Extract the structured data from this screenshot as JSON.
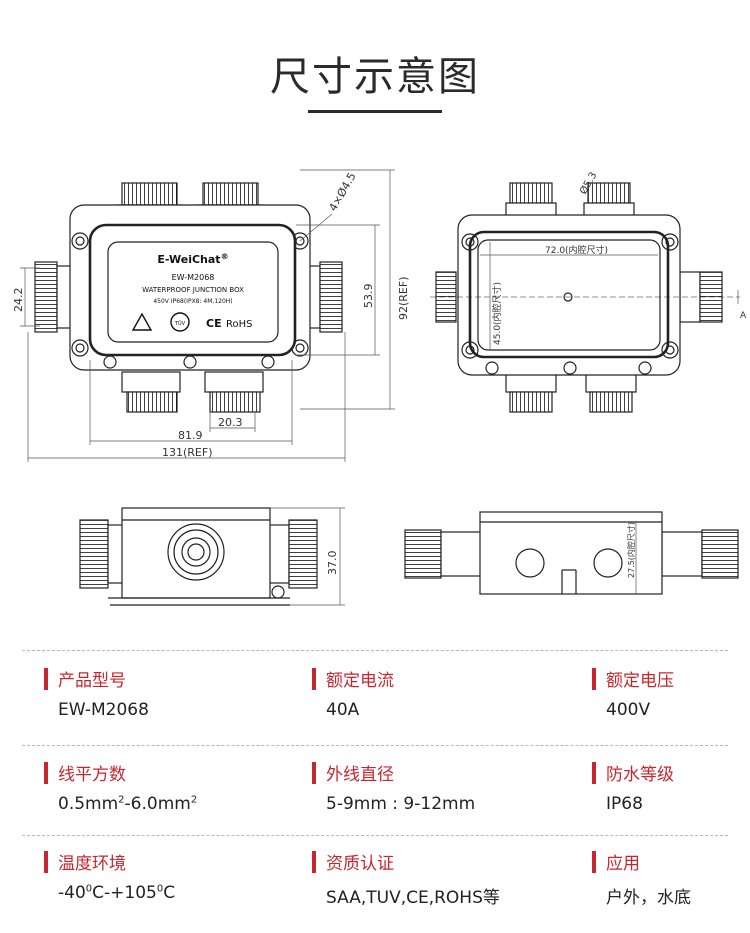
{
  "title": "尺寸示意图",
  "drawing": {
    "brand": "E-WeiChat",
    "brand_mark": "®",
    "model_label": "EW-M2068",
    "product_name": "WATERPROOF JUNCTION BOX",
    "rating": "450V   IP68(IPX8: 4M,120H)",
    "cert_tuv": "TÜV",
    "cert_ce": "CE",
    "cert_rohs": "RoHS",
    "dims": {
      "hole": "4×Ø4.5",
      "h_total": "92(REF)",
      "h_body": "53.9",
      "side_h": "24.2",
      "pitch": "20.3",
      "w_body": "81.9",
      "w_total": "131(REF)",
      "depth": "37.0",
      "inner_w": "72.0(内腔尺寸)",
      "inner_h": "45.0(内腔尺寸)",
      "inner_d": "27.5(内腔尺寸)",
      "port_dia": "Ø5.3",
      "section": "A"
    }
  },
  "specs": {
    "row1": [
      {
        "label": "产品型号",
        "value": "EW-M2068"
      },
      {
        "label": "额定电流",
        "value": "40A"
      },
      {
        "label": "额定电压",
        "value": "400V"
      }
    ],
    "row2": [
      {
        "label": "线平方数",
        "value_a": "0.5mm",
        "value_b": "-6.0mm",
        "sup": "2"
      },
      {
        "label": "外线直径",
        "value": "5-9mm : 9-12mm"
      },
      {
        "label": "防水等级",
        "value": "IP68"
      }
    ],
    "row3": [
      {
        "label": "温度环境",
        "value_a": "-40",
        "value_b": "C-+105",
        "value_c": "C",
        "sup": "0"
      },
      {
        "label": "资质认证",
        "value": "SAA,TUV,CE,ROHS等"
      },
      {
        "label": "应用",
        "value": "户外，水底"
      }
    ]
  }
}
